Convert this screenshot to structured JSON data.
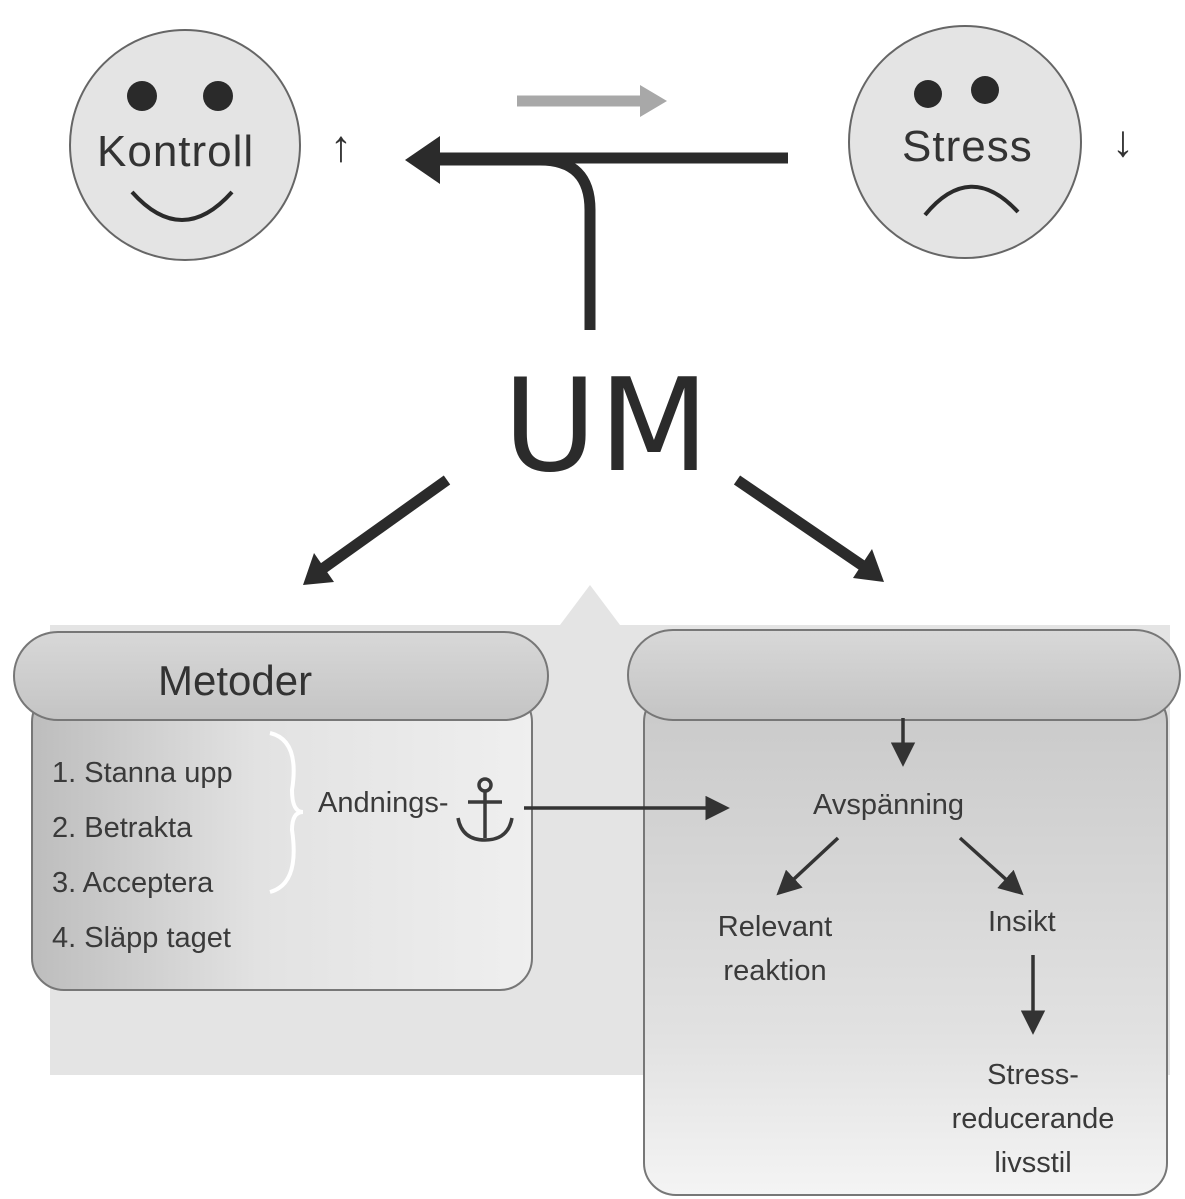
{
  "faces": {
    "left": {
      "label": "Kontroll",
      "mood": "happy",
      "trend_symbol": "↑"
    },
    "right": {
      "label": "Stress",
      "mood": "sad",
      "trend_symbol": "↓"
    }
  },
  "center": {
    "label": "UM"
  },
  "left_box": {
    "title": "Metoder",
    "steps": [
      "1. Stanna upp",
      "2. Betrakta",
      "3. Acceptera",
      "4. Släpp taget"
    ],
    "anchor_label": "Andnings-",
    "anchor_icon": "anchor-icon"
  },
  "right_box": {
    "title": "",
    "nodes": {
      "relaxation": "Avspänning",
      "relevant_reaction": [
        "Relevant",
        "reaktion"
      ],
      "insight": "Insikt",
      "lifestyle": [
        "Stress-",
        "reducerande",
        "livsstil"
      ]
    }
  },
  "colors": {
    "face_fill": "#e6e6e6",
    "box_fill": "#d6d6d6",
    "header_fill": "#cfcfcf",
    "arrow": "#2b2b2b",
    "grey_arrow": "#a8a8a8"
  }
}
